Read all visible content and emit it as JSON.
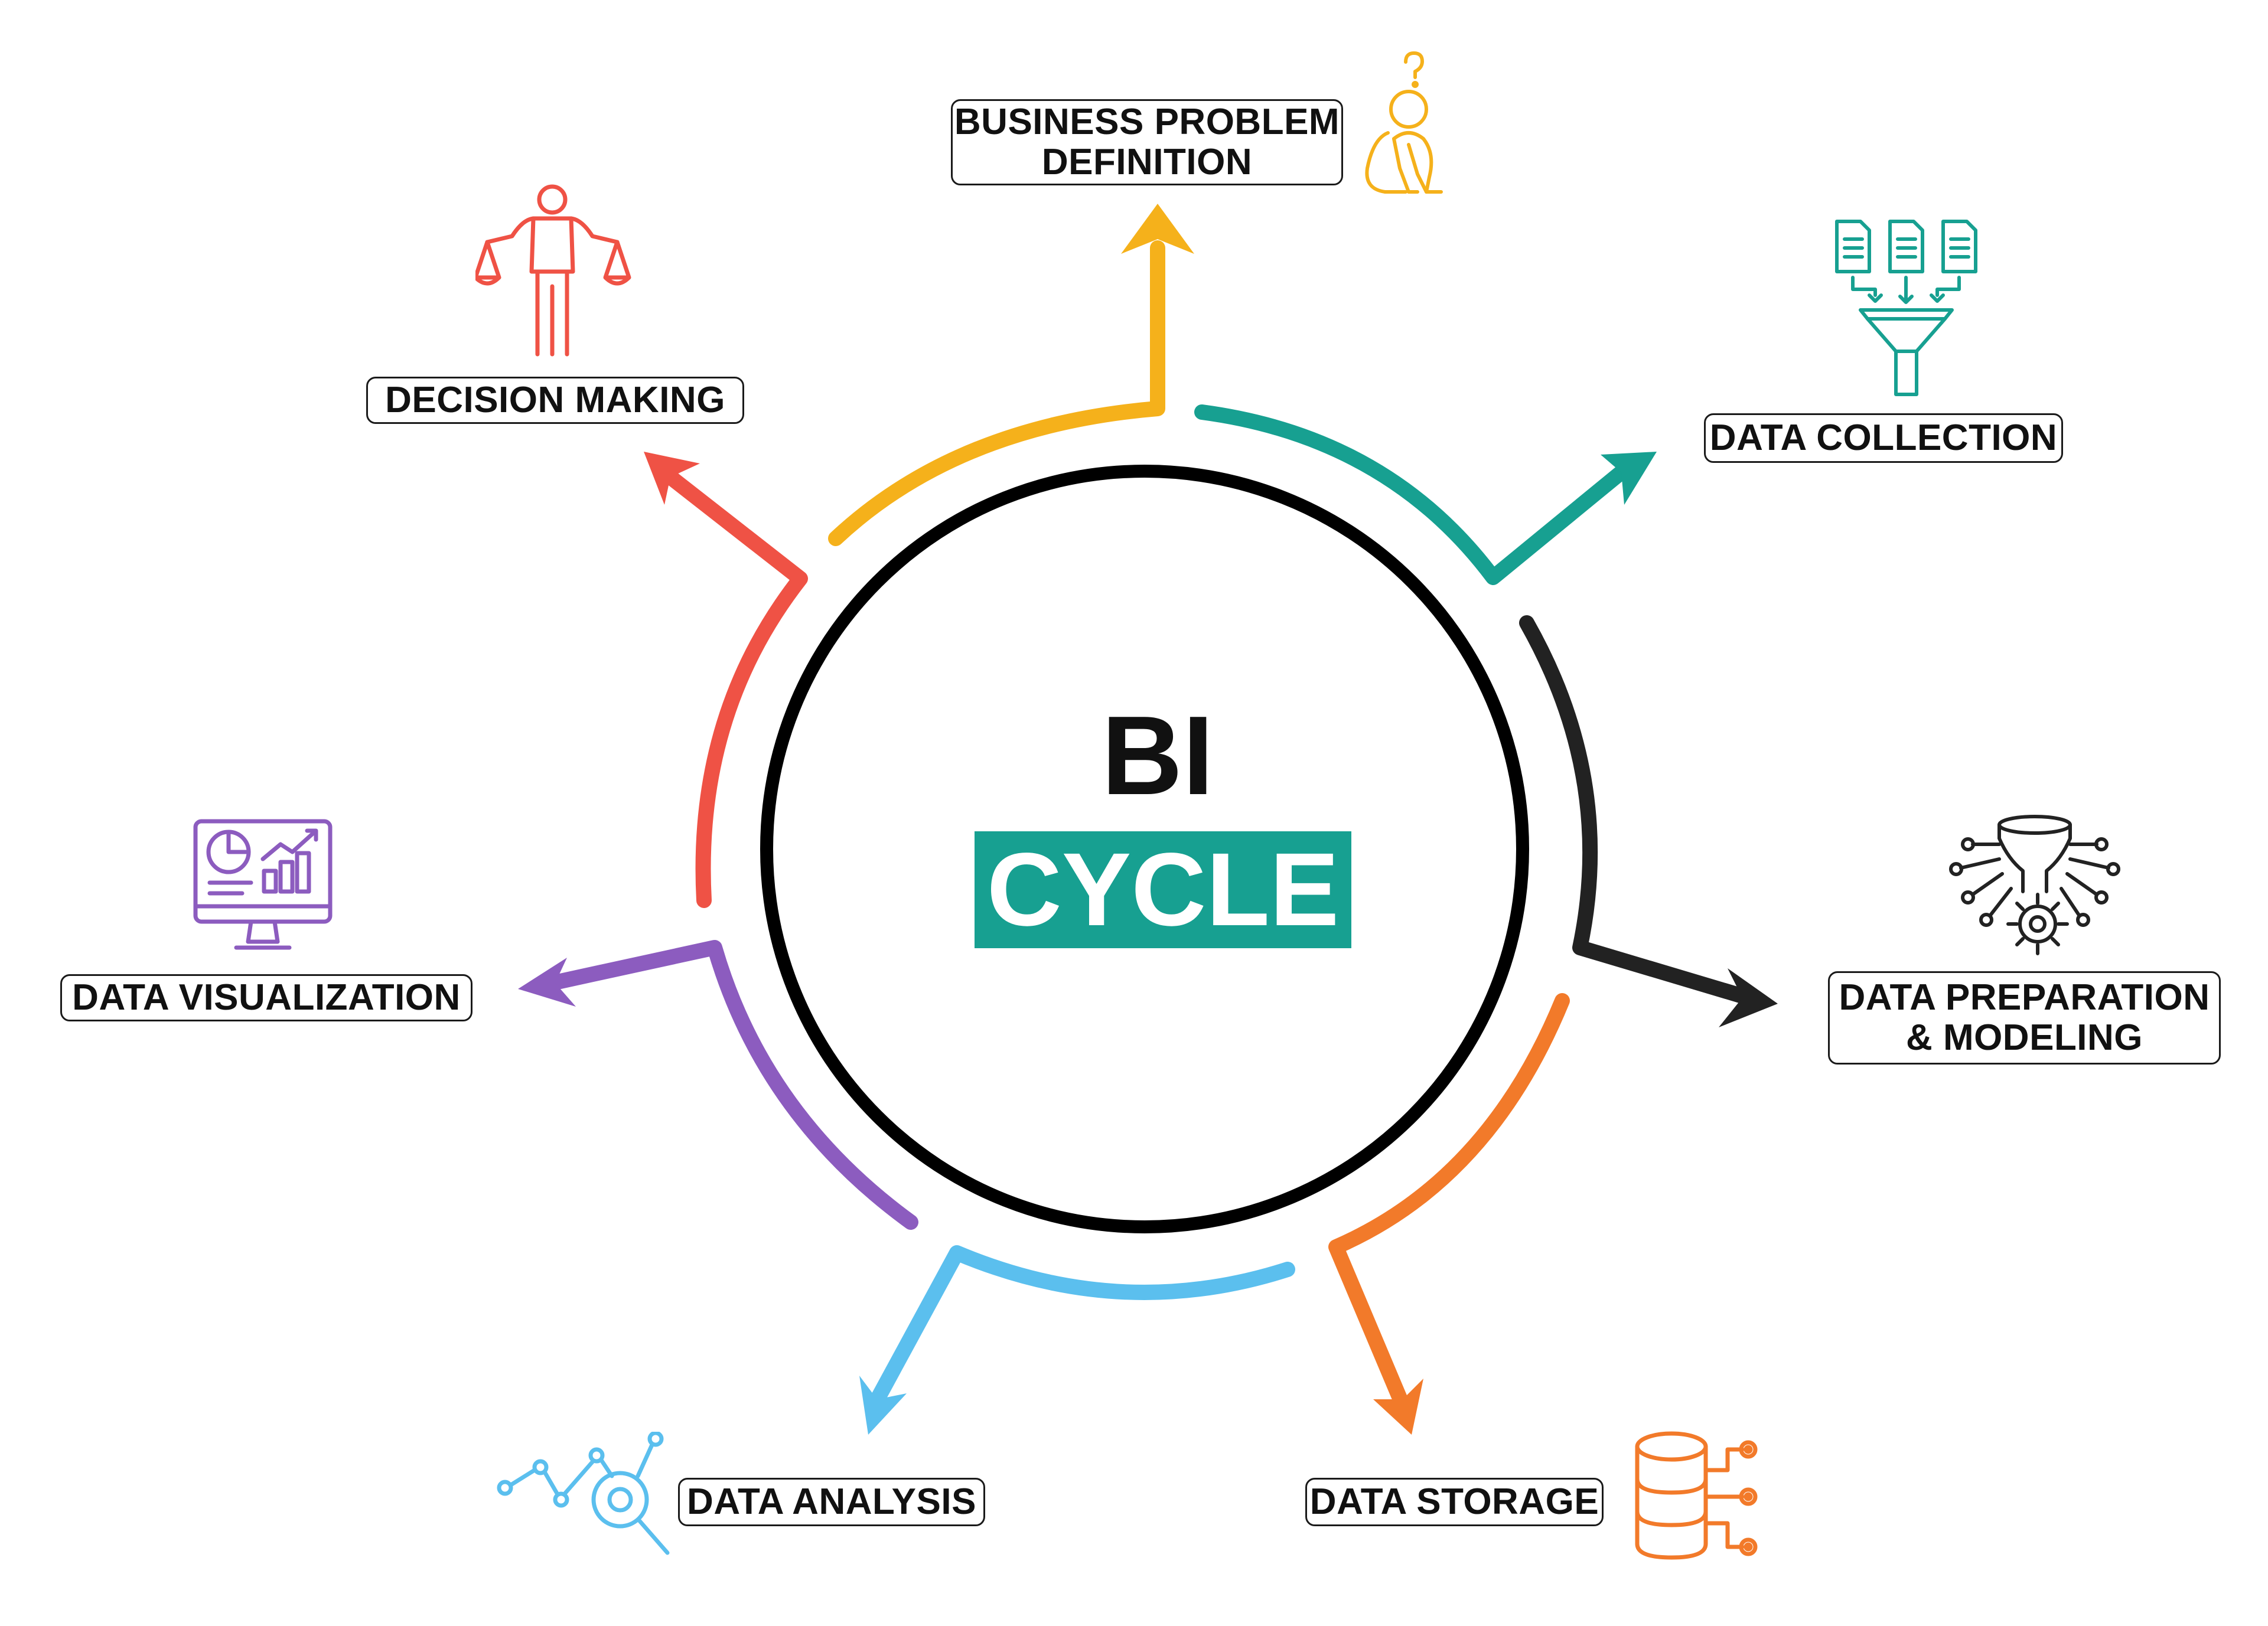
{
  "title": {
    "line1": "BI",
    "line2": "CYCLE"
  },
  "colors": {
    "business_problem": "#f5b11b",
    "data_collection": "#17a091",
    "data_preparation": "#222222",
    "data_storage": "#f27a2a",
    "data_analysis": "#5bbfee",
    "data_visualization": "#8c5cbf",
    "decision_making": "#ef5245",
    "center_circle": "#000000",
    "cycle_box": "#17a091"
  },
  "stages": [
    {
      "id": "business_problem",
      "label": [
        "BUSINESS PROBLEM",
        "DEFINITION"
      ],
      "icon": "thinking-person-icon"
    },
    {
      "id": "data_collection",
      "label": [
        "DATA COLLECTION"
      ],
      "icon": "document-funnel-icon"
    },
    {
      "id": "data_preparation",
      "label": [
        "DATA PREPARATION",
        "& MODELING"
      ],
      "icon": "funnel-gear-network-icon"
    },
    {
      "id": "data_storage",
      "label": [
        "DATA STORAGE"
      ],
      "icon": "database-network-icon"
    },
    {
      "id": "data_analysis",
      "label": [
        "DATA ANALYSIS"
      ],
      "icon": "line-chart-magnifier-icon"
    },
    {
      "id": "data_visualization",
      "label": [
        "DATA VISUALIZATION"
      ],
      "icon": "dashboard-monitor-icon"
    },
    {
      "id": "decision_making",
      "label": [
        "DECISION MAKING"
      ],
      "icon": "person-with-scales-icon"
    }
  ]
}
